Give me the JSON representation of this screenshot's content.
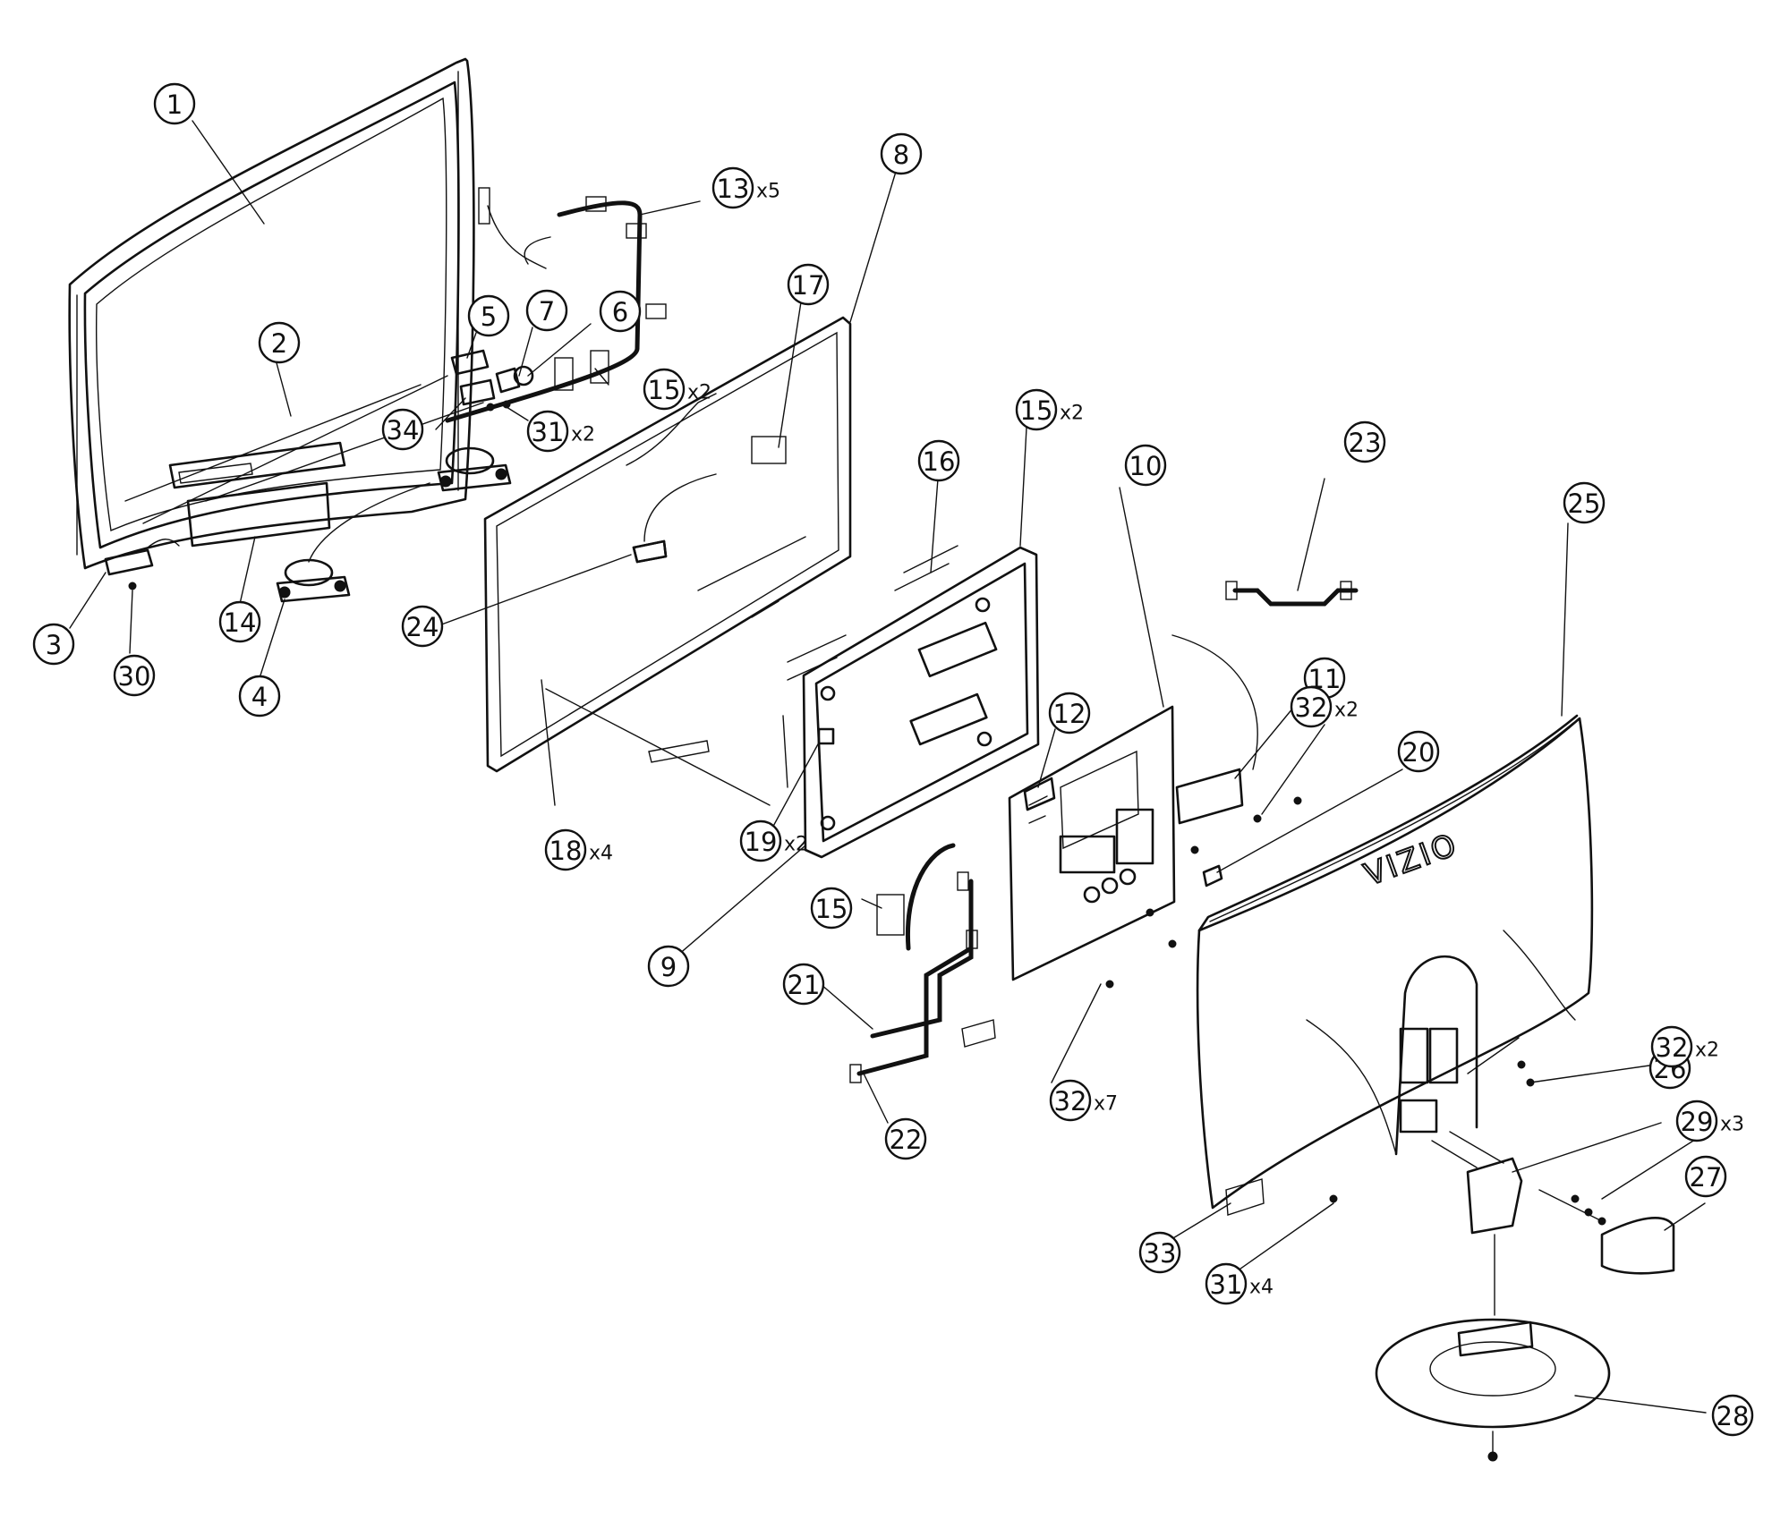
{
  "brand_logo": "VIZIO",
  "callouts": [
    {
      "id": "1",
      "qty": ""
    },
    {
      "id": "2",
      "qty": ""
    },
    {
      "id": "3",
      "qty": ""
    },
    {
      "id": "4",
      "qty": ""
    },
    {
      "id": "5",
      "qty": ""
    },
    {
      "id": "6",
      "qty": ""
    },
    {
      "id": "7",
      "qty": ""
    },
    {
      "id": "8",
      "qty": ""
    },
    {
      "id": "9",
      "qty": ""
    },
    {
      "id": "10",
      "qty": ""
    },
    {
      "id": "11",
      "qty": ""
    },
    {
      "id": "12",
      "qty": ""
    },
    {
      "id": "13",
      "qty": "x5"
    },
    {
      "id": "14",
      "qty": ""
    },
    {
      "id": "15",
      "qty": "x2"
    },
    {
      "id": "15",
      "qty": "x2"
    },
    {
      "id": "15",
      "qty": ""
    },
    {
      "id": "16",
      "qty": ""
    },
    {
      "id": "17",
      "qty": ""
    },
    {
      "id": "18",
      "qty": "x4"
    },
    {
      "id": "19",
      "qty": "x2"
    },
    {
      "id": "20",
      "qty": ""
    },
    {
      "id": "21",
      "qty": ""
    },
    {
      "id": "22",
      "qty": ""
    },
    {
      "id": "23",
      "qty": ""
    },
    {
      "id": "24",
      "qty": ""
    },
    {
      "id": "25",
      "qty": ""
    },
    {
      "id": "26",
      "qty": ""
    },
    {
      "id": "27",
      "qty": ""
    },
    {
      "id": "28",
      "qty": ""
    },
    {
      "id": "29",
      "qty": "x3"
    },
    {
      "id": "30",
      "qty": ""
    },
    {
      "id": "31",
      "qty": "x2"
    },
    {
      "id": "31",
      "qty": "x4"
    },
    {
      "id": "32",
      "qty": "x2"
    },
    {
      "id": "32",
      "qty": "x7"
    },
    {
      "id": "32",
      "qty": "x2"
    },
    {
      "id": "33",
      "qty": ""
    },
    {
      "id": "34",
      "qty": ""
    }
  ]
}
